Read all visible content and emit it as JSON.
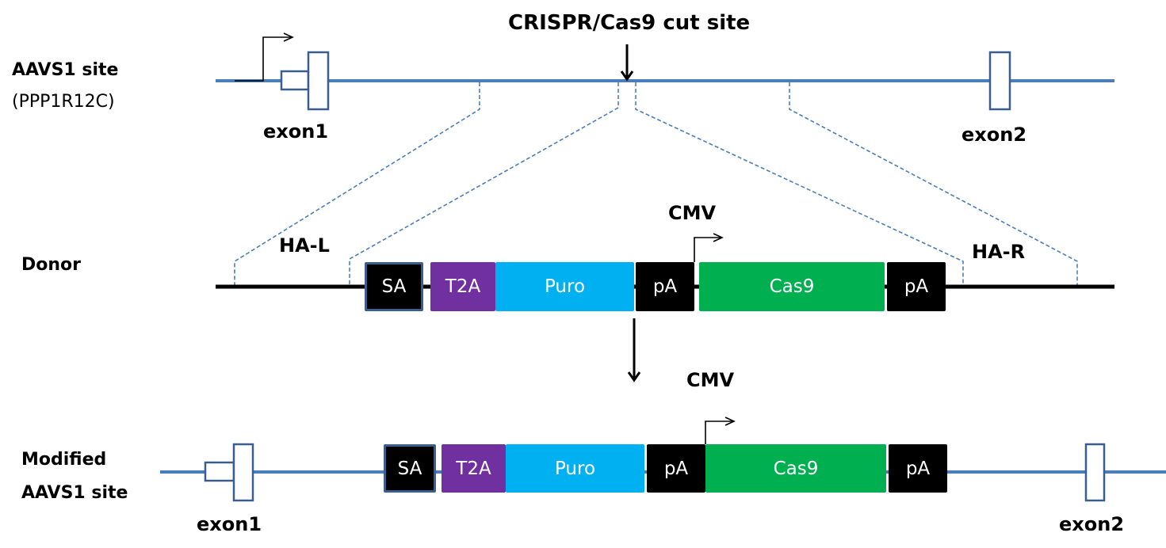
{
  "title": "CRISPR/Cas9 cut site",
  "colors": {
    "genomic_line": "#4a7ebb",
    "exon_border": "#3a5f8f",
    "donor_line": "#000000",
    "SA": "#000000",
    "T2A": "#7030a0",
    "Puro": "#00b0f0",
    "pA": "#000000",
    "Cas9": "#00b050"
  },
  "rows": {
    "top": {
      "label_line1": "AAVS1 site",
      "label_line2": "(PPP1R12C)",
      "exon1_label": "exon1",
      "exon2_label": "exon2"
    },
    "donor": {
      "label": "Donor",
      "left_arm_label": "HA-L",
      "right_arm_label": "HA-R",
      "promoter_label": "CMV",
      "elements": [
        {
          "name": "SA",
          "label": "SA"
        },
        {
          "name": "T2A",
          "label": "T2A"
        },
        {
          "name": "Puro",
          "label": "Puro"
        },
        {
          "name": "pA",
          "label": "pA"
        },
        {
          "name": "Cas9",
          "label": "Cas9"
        },
        {
          "name": "pA",
          "label": "pA"
        }
      ]
    },
    "modified": {
      "label_line1": "Modified",
      "label_line2": "AAVS1 site",
      "promoter_label": "CMV",
      "exon1_label": "exon1",
      "exon2_label": "exon2",
      "elements": [
        {
          "name": "SA",
          "label": "SA"
        },
        {
          "name": "T2A",
          "label": "T2A"
        },
        {
          "name": "Puro",
          "label": "Puro"
        },
        {
          "name": "pA",
          "label": "pA"
        },
        {
          "name": "Cas9",
          "label": "Cas9"
        },
        {
          "name": "pA",
          "label": "pA"
        }
      ]
    }
  }
}
